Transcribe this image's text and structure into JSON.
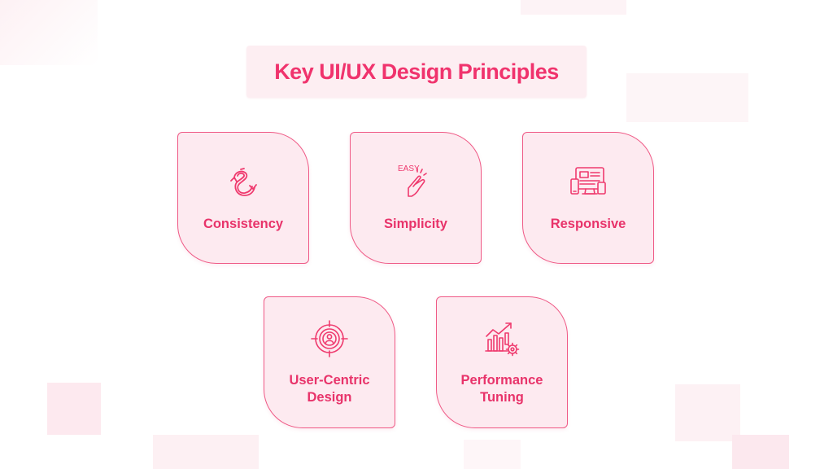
{
  "title": "Key UI/UX Design Principles",
  "accent_color": "#f0336d",
  "card_background": "#fdeaf0",
  "cards": [
    {
      "label_lines": [
        "Consistency"
      ],
      "icon": "cycle-arrows-icon"
    },
    {
      "label_lines": [
        "Simplicity"
      ],
      "icon": "easy-tap-hand-icon",
      "icon_text": "EASY"
    },
    {
      "label_lines": [
        "Responsive"
      ],
      "icon": "responsive-devices-icon"
    },
    {
      "label_lines": [
        "User-Centric",
        "Design"
      ],
      "icon": "target-user-icon"
    },
    {
      "label_lines": [
        "Performance",
        "Tuning"
      ],
      "icon": "growth-chart-gear-icon"
    }
  ]
}
